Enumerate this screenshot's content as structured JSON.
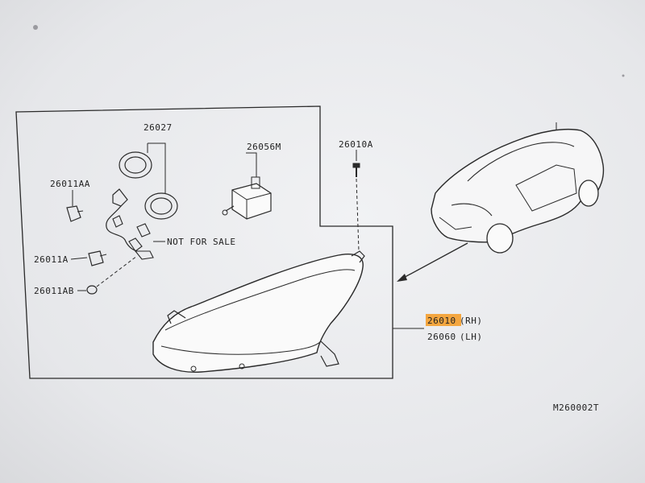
{
  "callouts": {
    "p26027": "26027",
    "p26056M": "26056M",
    "p26010A": "26010A",
    "p26011AA": "26011AA",
    "p26011A": "26011A",
    "p26011AB": "26011AB",
    "not_for_sale": "NOT FOR SALE",
    "p26010": "26010",
    "p26010_side": "(RH)",
    "p26060": "26060",
    "p26060_side": "(LH)",
    "diagram_code": "M260002T"
  },
  "colors": {
    "highlight": "#f4a640",
    "line": "#2a2a2a",
    "screen_bg": "#ececef"
  },
  "icons": [
    "headlamp-assembly-icon",
    "bulb-socket-icon",
    "dust-cover-icon",
    "leveling-motor-icon",
    "screw-icon",
    "car-illustration-icon",
    "wiring-harness-icon",
    "bulb-icon"
  ]
}
